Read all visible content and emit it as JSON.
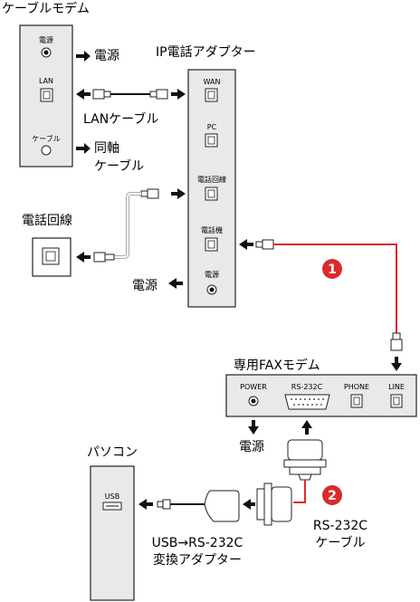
{
  "modem": {
    "title": "ケーブルモデム",
    "power_port": "電源",
    "lan_port": "LAN",
    "cable_port": "ケーブル"
  },
  "modem_outputs": {
    "power": "電源",
    "lan_cable": "LANケーブル",
    "coax_line1": "同軸",
    "coax_line2": "ケーブル"
  },
  "ip_adapter": {
    "title": "IP電話アダプター",
    "wan": "WAN",
    "pc": "PC",
    "phone_line": "電話回線",
    "phone": "電話機",
    "power": "電源"
  },
  "wall_jack_label": "電話回線",
  "adapter_power_label": "電源",
  "fax_modem": {
    "title": "専用FAXモデム",
    "power": "POWER",
    "rs232c": "RS-232C",
    "phone": "PHONE",
    "line": "LINE"
  },
  "fax_power_label": "電源",
  "pc": {
    "title": "パソコン",
    "usb": "USB"
  },
  "usb_adapter_label": {
    "line1": "USB→RS-232C",
    "line2": "変換アダプター"
  },
  "rs232c_cable_label": {
    "line1": "RS-232C",
    "line2": "ケーブル"
  },
  "markers": {
    "one": "1",
    "two": "2"
  },
  "colors": {
    "device_fill": "#e9e9e9",
    "outline": "#222222",
    "red_cable": "#d92b2b"
  }
}
